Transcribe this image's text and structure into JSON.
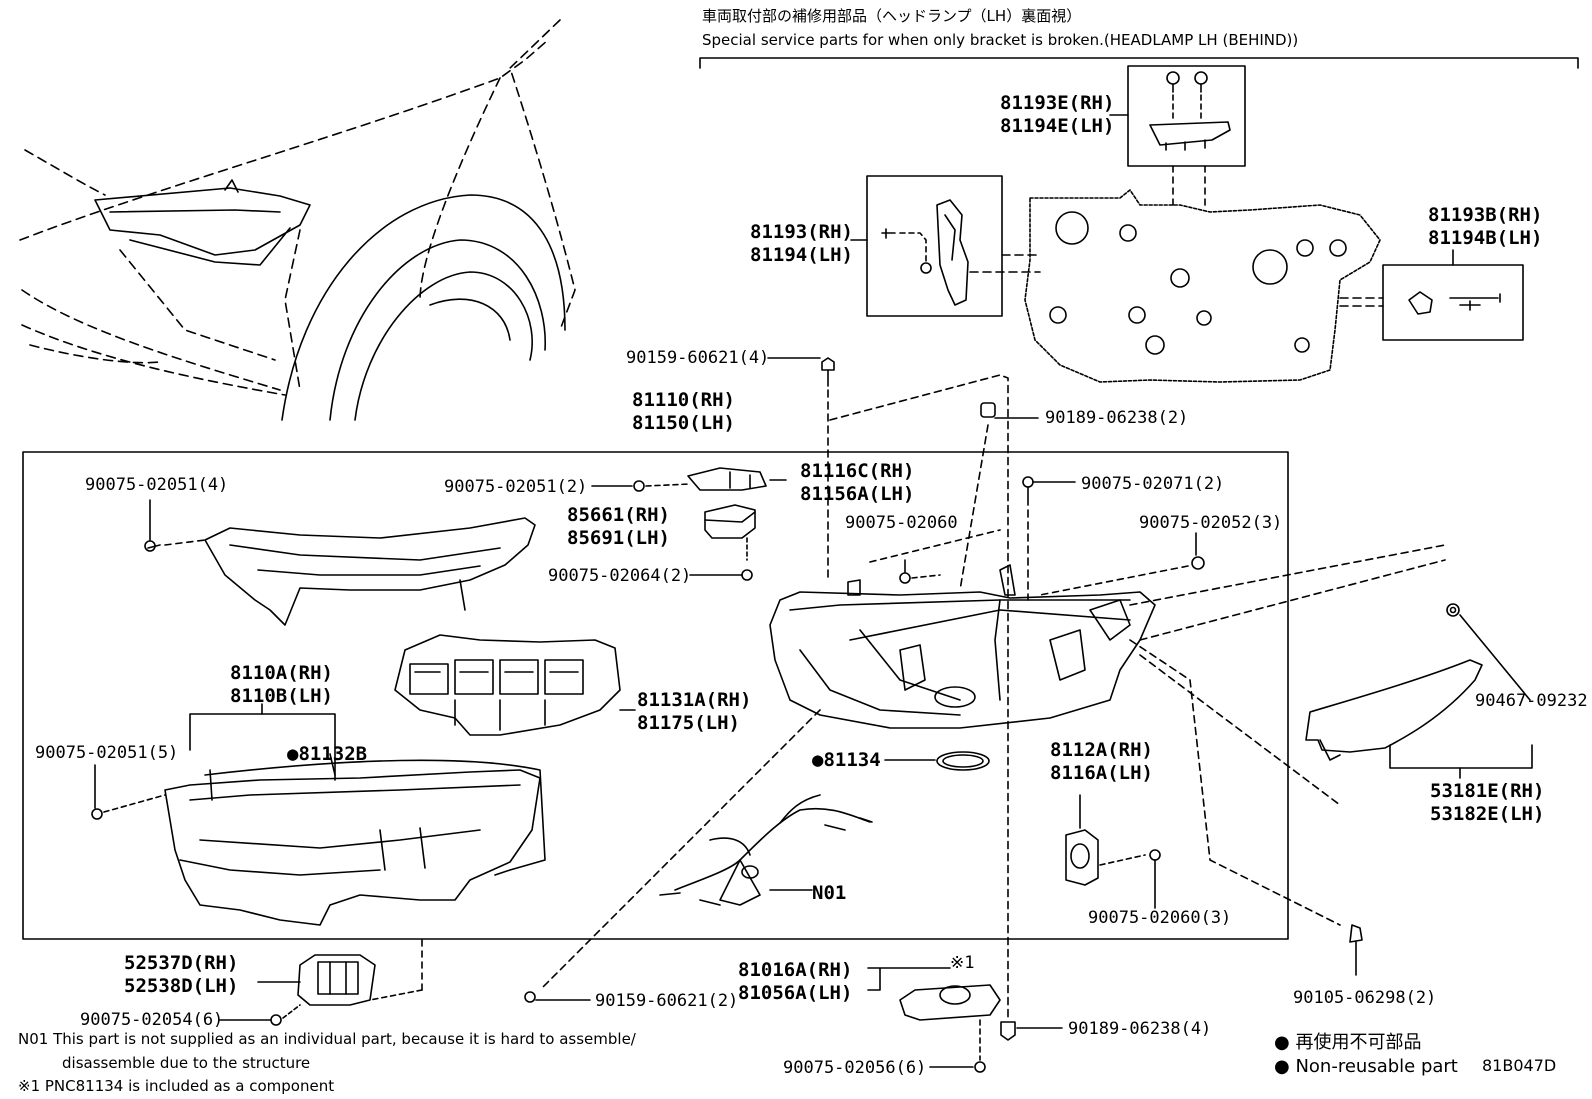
{
  "header": {
    "title_jp": "車両取付部の補修用部品（ヘッドランプ（LH）裏面視）",
    "title_en": "Special service parts for when only bracket is broken.(HEADLAMP LH (BEHIND))"
  },
  "labels": {
    "p81193E": "81193E(RH)",
    "p81194E": "81194E(LH)",
    "p81193": "81193(RH)",
    "p81194": "81194(LH)",
    "p81193B": "81193B(RH)",
    "p81194B": "81194B(LH)",
    "p90159_4": "90159-60621(4)",
    "p81110": "81110(RH)",
    "p81150": "81150(LH)",
    "p90189_2": "90189-06238(2)",
    "p90075_02051_4": "90075-02051(4)",
    "p90075_02051_2": "90075-02051(2)",
    "p81116C": "81116C(RH)",
    "p81156A": "81156A(LH)",
    "p90075_02071": "90075-02071(2)",
    "p85661": "85661(RH)",
    "p85691": "85691(LH)",
    "p90075_02060": "90075-02060",
    "p90075_02052": "90075-02052(3)",
    "p90075_02064": "90075-02064(2)",
    "p8110A": "8110A(RH)",
    "p8110B": "8110B(LH)",
    "p81131A": "81131A(RH)",
    "p81175": "81175(LH)",
    "p90075_02051_5": "90075-02051(5)",
    "p81132B": "81132B",
    "p81134": "81134",
    "p8112A": "8112A(RH)",
    "p8116A": "8116A(LH)",
    "p90467": "90467-09232",
    "p53181E": "53181E(RH)",
    "p53182E": "53182E(LH)",
    "pN01": "N01",
    "p90075_02060_3": "90075-02060(3)",
    "p52537D": "52537D(RH)",
    "p52538D": "52538D(LH)",
    "p90159_2": "90159-60621(2)",
    "p81016A": "81016A(RH)",
    "p81056A": "81056A(LH)",
    "mark1": "※1",
    "p90105": "90105-06298(2)",
    "p90075_02054": "90075-02054(6)",
    "p90189_4": "90189-06238(4)",
    "p90075_02056": "90075-02056(6)"
  },
  "notes": {
    "n01_line1": "N01 This part is not supplied as an individual part, because it is hard to assemble/",
    "n01_line2": "disassemble due to the structure",
    "mark_note": "※1 PNC81134 is included as a component"
  },
  "legend": {
    "jp": "再使用不可部品",
    "en": "Non-reusable part"
  },
  "figure_code": "81B047D"
}
